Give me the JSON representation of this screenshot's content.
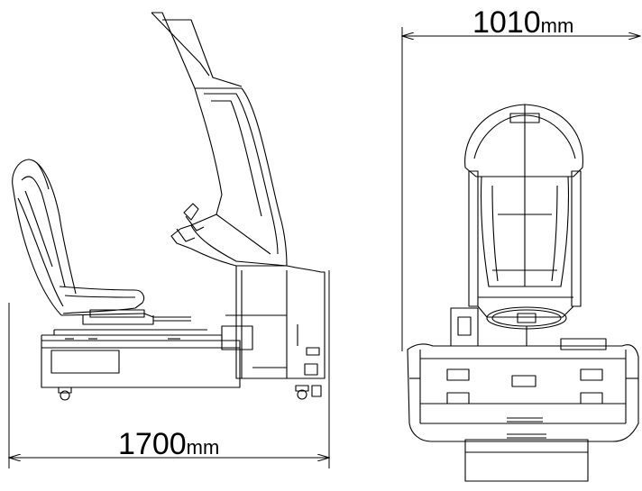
{
  "side_view": {
    "length_value": "1700",
    "length_unit": "mm"
  },
  "front_view": {
    "width_value": "1010",
    "width_unit": "mm"
  },
  "colors": {
    "line": "#000000",
    "background": "#ffffff"
  }
}
